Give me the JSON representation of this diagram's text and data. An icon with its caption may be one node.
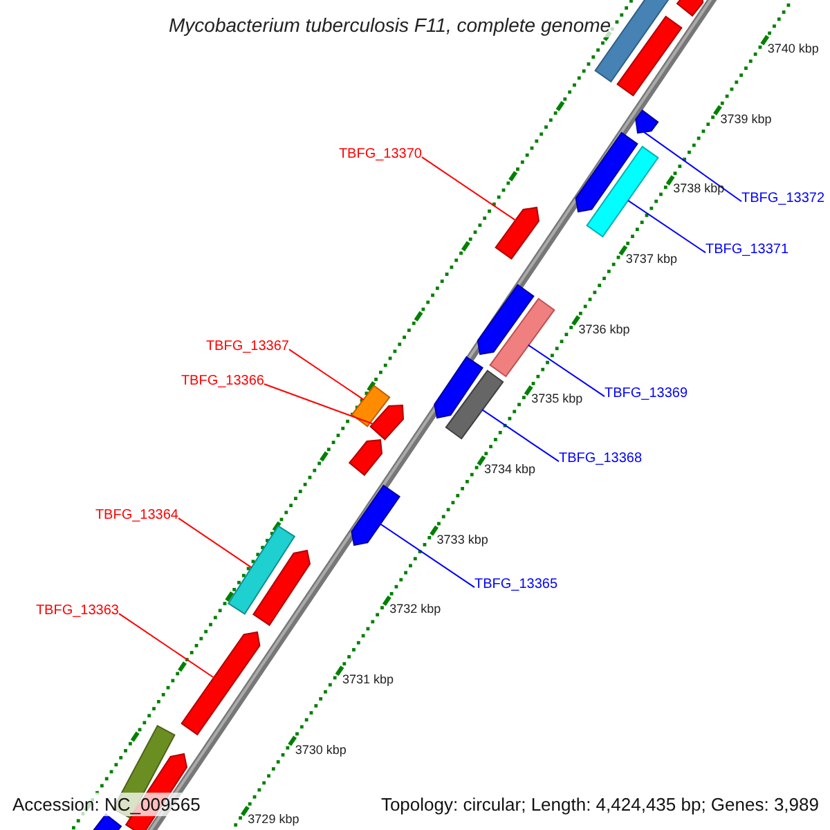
{
  "diagram": {
    "title": "Mycobacterium tuberculosis F11, complete genome",
    "nodes": [
      {
        "text": [
          "TBFG_13370"
        ]
      },
      {
        "text": [
          "TBFG_13372"
        ]
      },
      {
        "text": [
          "TBFG_13371"
        ]
      },
      {
        "text": [
          "TBFG_13367"
        ]
      },
      {
        "text": [
          "TBFG_13366"
        ]
      },
      {
        "text": [
          "TBFG_13369"
        ]
      },
      {
        "text": [
          "TBFG_13368"
        ]
      },
      {
        "text": [
          "TBFG_13364"
        ]
      },
      {
        "text": [
          "TBFG_13365"
        ]
      },
      {
        "text": [
          "TBFG_13363"
        ]
      },
      {
        "text": [],
        "shape": "arrow"
      },
      {
        "text": [],
        "shape": "bar"
      },
      {
        "text": [],
        "shape": "bar"
      },
      {
        "text": [],
        "shape": "arrow"
      },
      {
        "text": [],
        "shape": "arrow"
      },
      {
        "text": [],
        "shape": "bar"
      },
      {
        "text": [],
        "shape": "arrow"
      },
      {
        "text": [],
        "shape": "arrow"
      },
      {
        "text": [],
        "shape": "bar"
      },
      {
        "text": [],
        "shape": "arrow"
      },
      {
        "text": [],
        "shape": "bar"
      },
      {
        "text": [],
        "shape": "bar"
      },
      {
        "text": [],
        "shape": "arrow"
      },
      {
        "text": [],
        "shape": "arrow"
      },
      {
        "text": [],
        "shape": "arrow"
      },
      {
        "text": [],
        "shape": "bar"
      },
      {
        "text": [],
        "shape": "arrow"
      },
      {
        "text": [],
        "shape": "arrow"
      },
      {
        "text": [],
        "shape": "bar"
      },
      {
        "text": [],
        "shape": "arrow"
      },
      {
        "text": [],
        "shape": "bar"
      }
    ],
    "edges": [
      {
        "from": 0,
        "to": 16,
        "arrow": "none",
        "color": "#ff0000"
      },
      {
        "from": 1,
        "to": 13,
        "arrow": "none",
        "color": "#0000ff"
      },
      {
        "from": 2,
        "to": 15,
        "arrow": "none",
        "color": "#0000ff"
      },
      {
        "from": 3,
        "to": 21,
        "arrow": "none",
        "color": "#ff0000"
      },
      {
        "from": 4,
        "to": 22,
        "arrow": "none",
        "color": "#ff0000"
      },
      {
        "from": 5,
        "to": 18,
        "arrow": "none",
        "color": "#0000ff"
      },
      {
        "from": 6,
        "to": 20,
        "arrow": "none",
        "color": "#0000ff"
      },
      {
        "from": 7,
        "to": 25,
        "arrow": "none",
        "color": "#ff0000"
      },
      {
        "from": 8,
        "to": 24,
        "arrow": "none",
        "color": "#0000ff"
      },
      {
        "from": 9,
        "to": 27,
        "arrow": "none",
        "color": "#ff0000"
      }
    ],
    "labels": [
      "3740 kbp",
      "3739 kbp",
      "3738 kbp",
      "3737 kbp",
      "3736 kbp",
      "3735 kbp",
      "3734 kbp",
      "3733 kbp",
      "3732 kbp",
      "3731 kbp",
      "3730 kbp",
      "3729 kbp",
      "Accession: NC_009565",
      "Topology: circular; Length: 4,424,435 bp; Genes: 3,989"
    ]
  }
}
